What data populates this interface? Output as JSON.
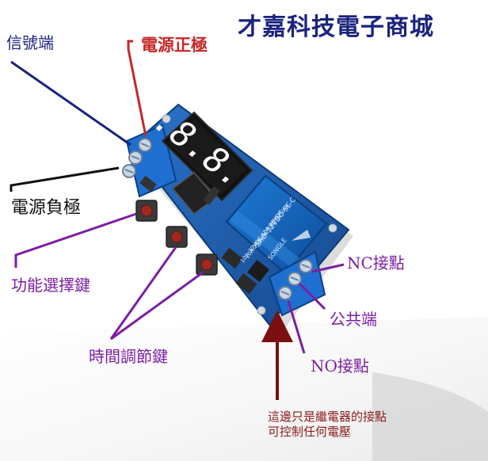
{
  "labels": {
    "title": "才嘉科技電子商城",
    "signal": "信號端",
    "power_positive": "電源正極",
    "power_negative": "電源負極",
    "function_button": "功能選擇鍵",
    "time_buttons": "時間調節鍵",
    "nc_contact": "NC接點",
    "common": "公共端",
    "no_contact": "NO接點",
    "note_line1": "這邊只是繼電器的接點",
    "note_line2": "可控制任何電壓"
  },
  "display": {
    "text": "8.8.8."
  },
  "relay": {
    "brand": "SONGLE",
    "model": "SRD-12VDC-SL-C",
    "rating1": "10A 250VAC 10A 125VAC",
    "rating2": "10A 30VDC 10A 28VDC"
  },
  "colors": {
    "title": "#1a237e",
    "positive": "#c62828",
    "pointer_purple": "#7b1fa2",
    "board": "#1e5fb0",
    "relay": "#1565c0",
    "arrow": "#7a1010"
  }
}
